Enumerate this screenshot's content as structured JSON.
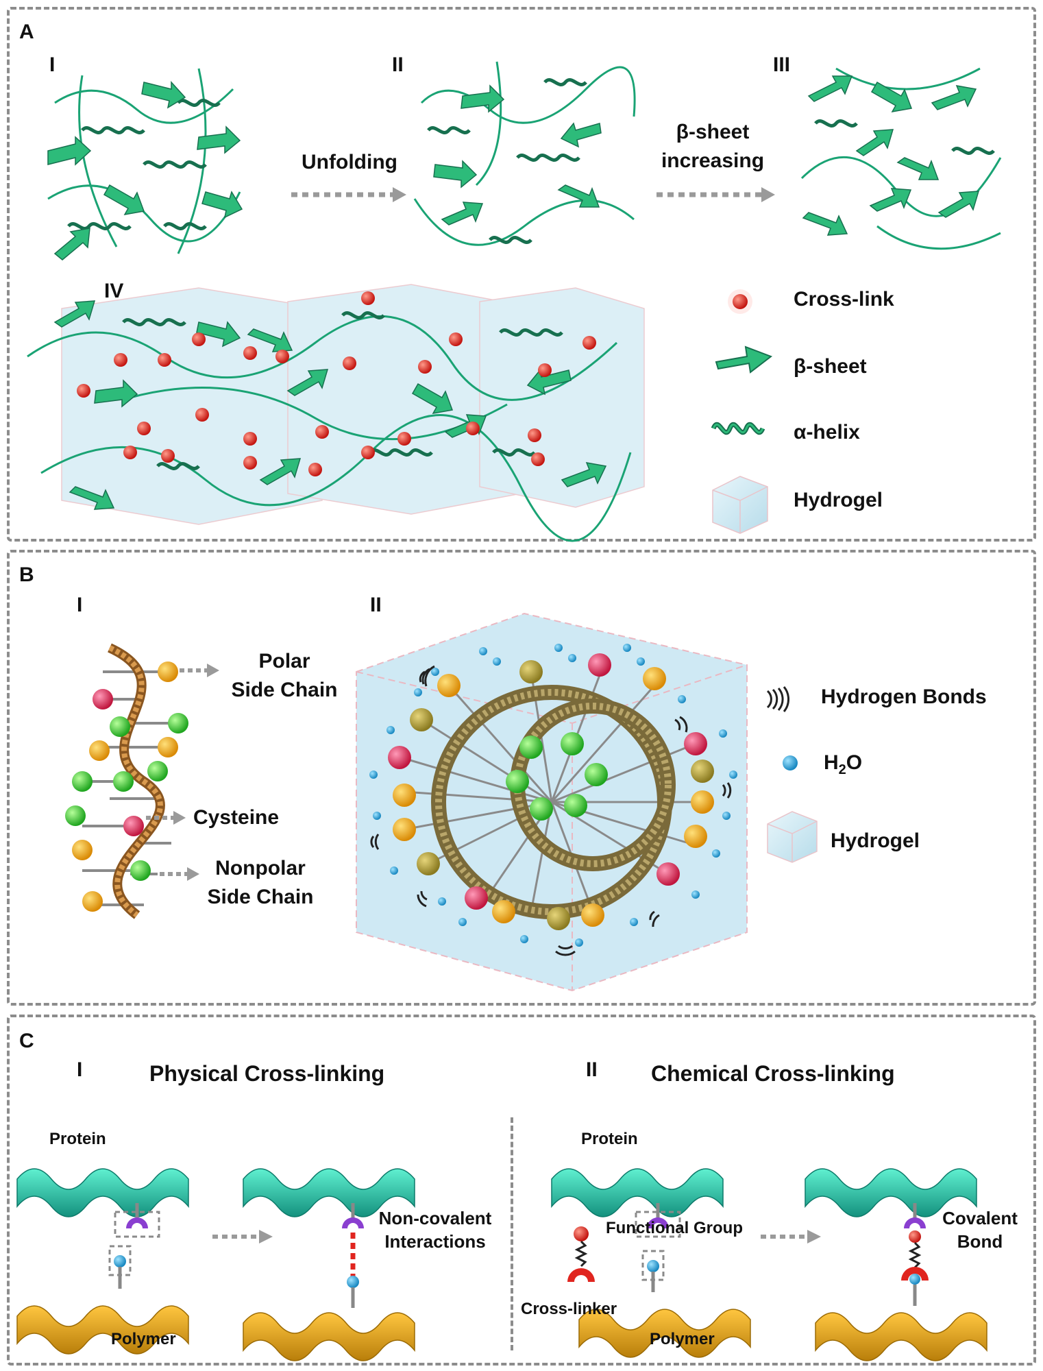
{
  "panel_a": {
    "letter": "A",
    "stage_1": "I",
    "stage_2": "II",
    "stage_3": "III",
    "stage_4": "IV",
    "arrow_1_label": "Unfolding",
    "arrow_2_label_line1": "β-sheet",
    "arrow_2_label_line2": "increasing",
    "legend": [
      {
        "label": "Cross-link",
        "icon": "cross-link-dot-icon"
      },
      {
        "label": "β-sheet",
        "icon": "beta-sheet-arrow-icon"
      },
      {
        "label": "α-helix",
        "icon": "alpha-helix-coil-icon"
      },
      {
        "label": "Hydrogel",
        "icon": "hydrogel-cube-icon"
      }
    ]
  },
  "panel_b": {
    "letter": "B",
    "stage_1": "I",
    "stage_2": "II",
    "polar_line1": "Polar",
    "polar_line2": "Side Chain",
    "cysteine": "Cysteine",
    "nonpolar_line1": "Nonpolar",
    "nonpolar_line2": "Side Chain",
    "legend": {
      "hbonds": "Hydrogen Bonds",
      "water_main": "H",
      "water_sub": "2",
      "water_end": "O",
      "hydrogel": "Hydrogel"
    }
  },
  "panel_c": {
    "letter": "C",
    "stage_1": "I",
    "stage_2": "II",
    "physical_title": "Physical Cross-linking",
    "chemical_title": "Chemical Cross-linking",
    "protein_left": "Protein",
    "polymer_left": "Polymer",
    "noncovalent_line1": "Non-covalent",
    "noncovalent_line2": "Interactions",
    "protein_right": "Protein",
    "functional_group": "Functional Group",
    "cross_linker": "Cross-linker",
    "polymer_right": "Polymer",
    "covalent_line1": "Covalent",
    "covalent_line2": "Bond"
  },
  "colors": {
    "protein_green": "#1f8a6a",
    "beta_green": "#2dbb7a",
    "crosslink_red": "#e0251f",
    "hydrogel_blue": "#cfe9f4",
    "polar_yellow": "#f0a515",
    "nonpolar_green": "#3ec93e",
    "cysteine_red": "#e0305a",
    "water_blue": "#29a8e0",
    "ribbon_cyan": "#2ec9b0",
    "ribbon_orange": "#e7a21b",
    "border_gray": "#8c8c8c"
  }
}
